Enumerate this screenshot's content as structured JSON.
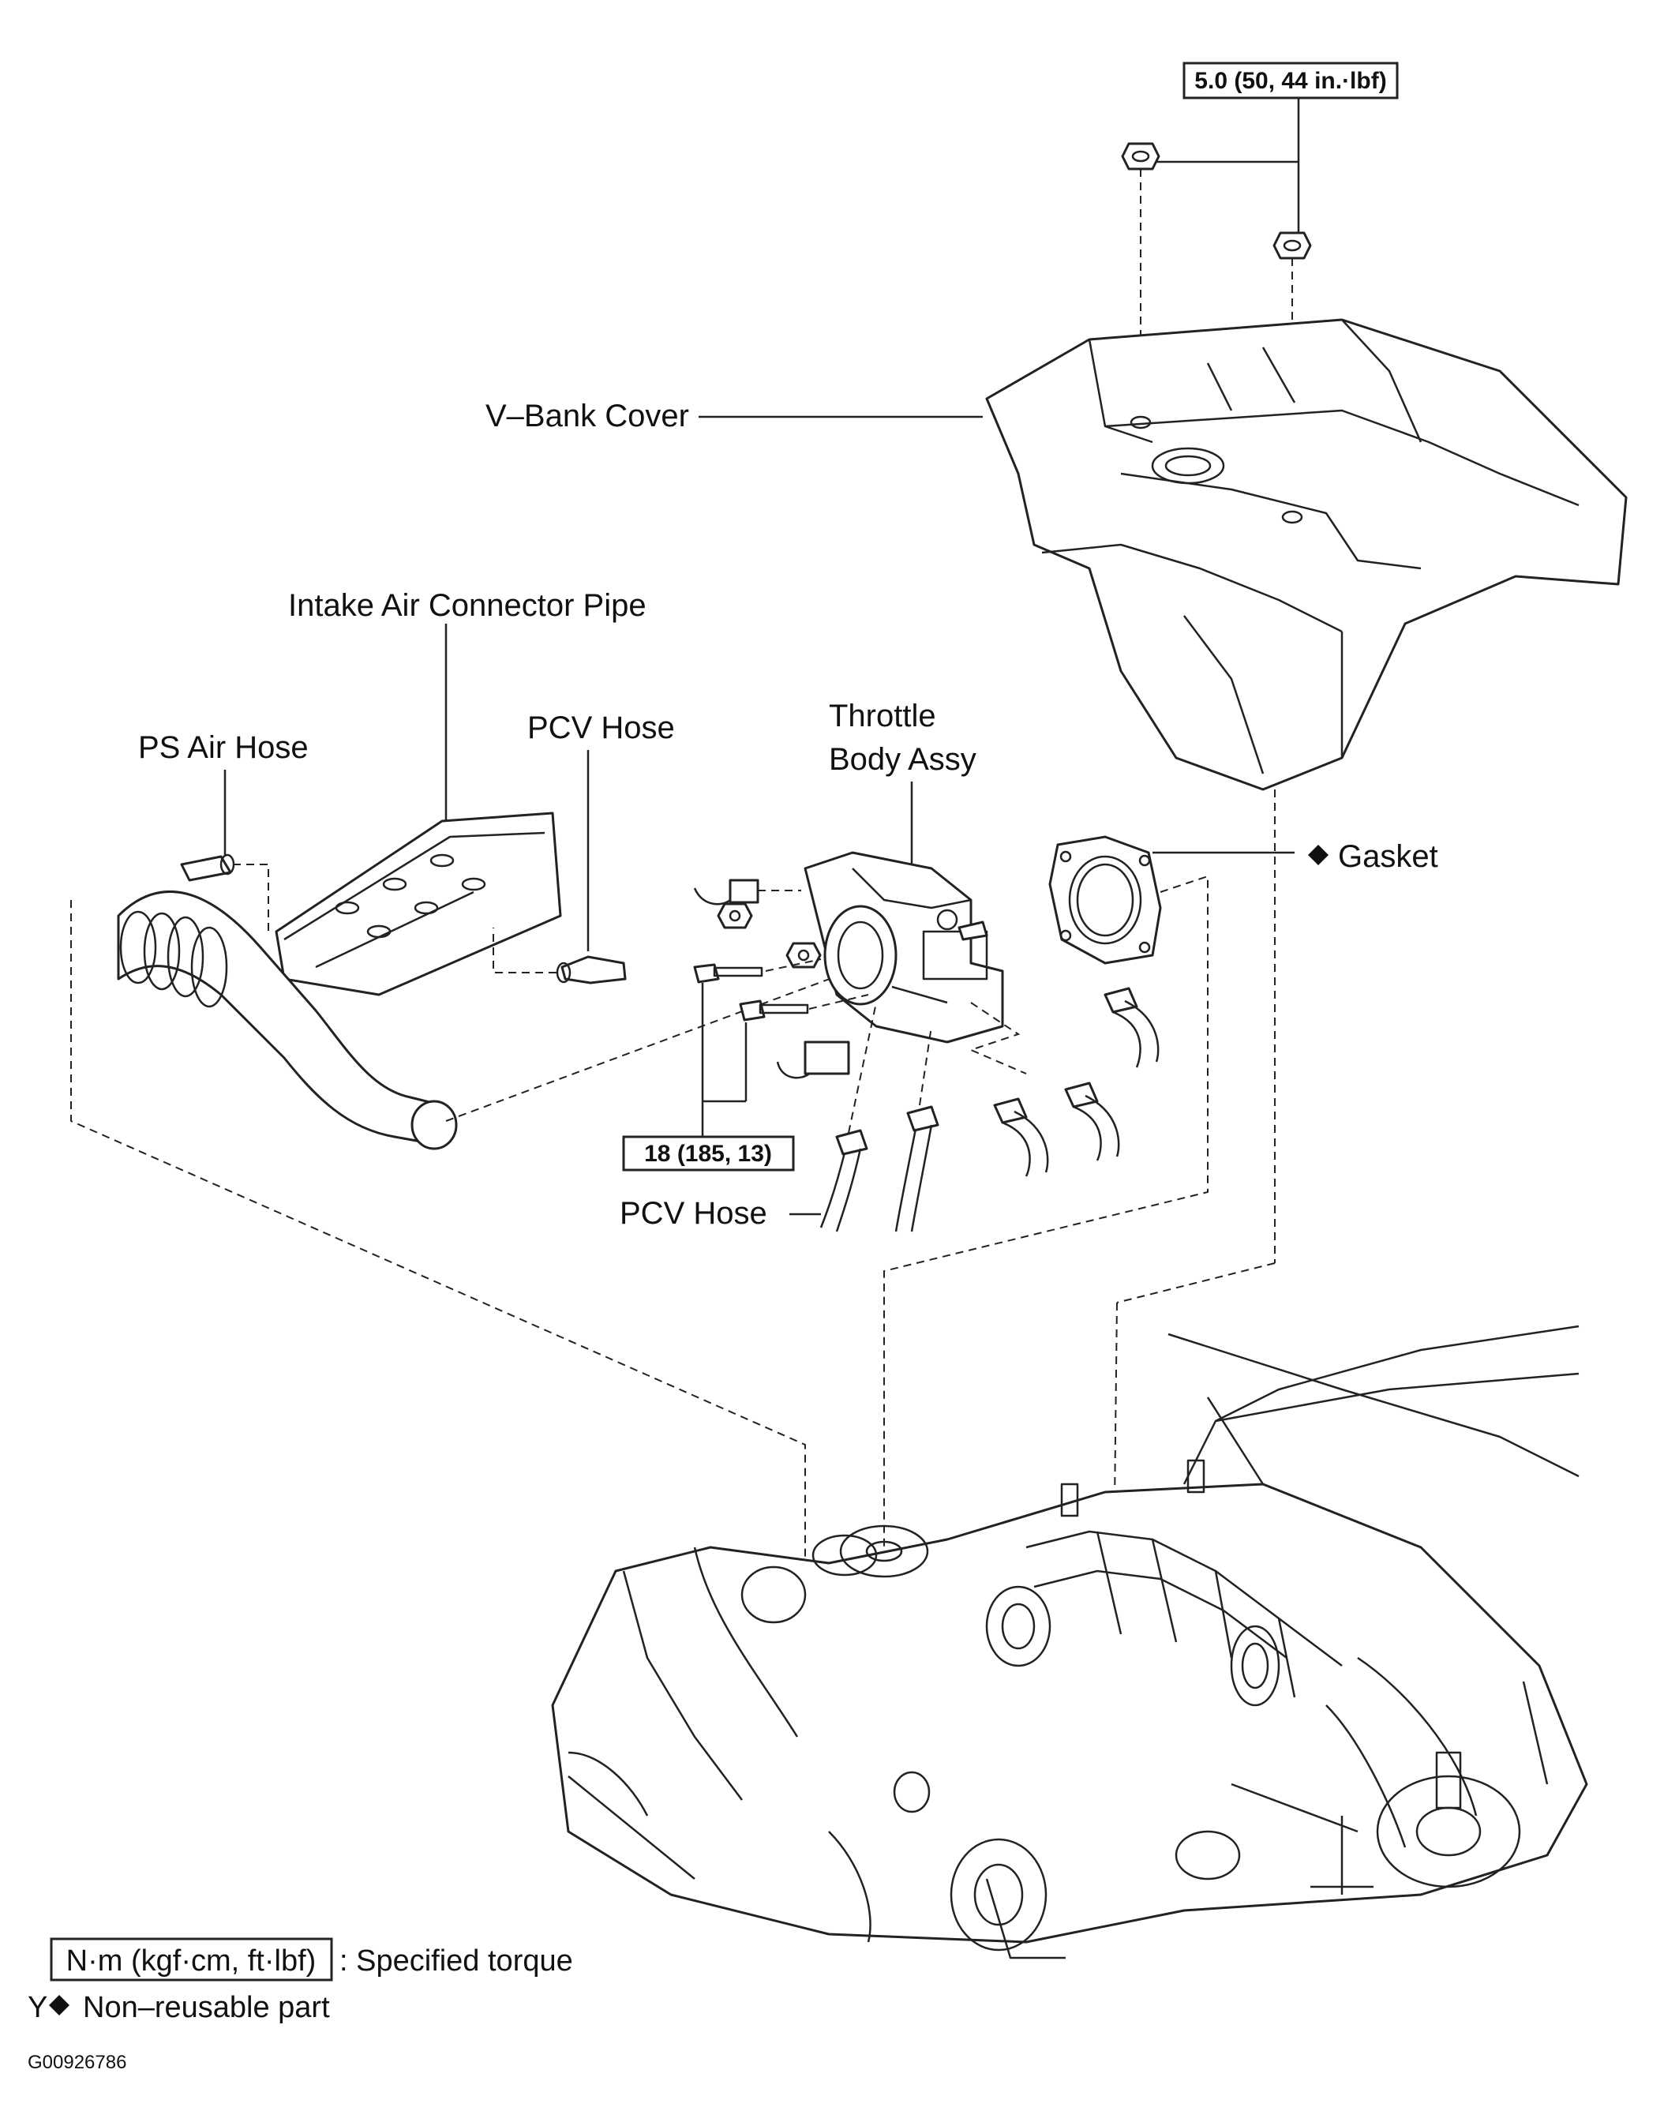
{
  "labels": {
    "v_bank_cover": "V–Bank Cover",
    "intake_air_connector_pipe": "Intake Air Connector Pipe",
    "ps_air_hose": "PS Air Hose",
    "pcv_hose_upper": "PCV Hose",
    "throttle_line1": "Throttle",
    "throttle_line2": "Body Assy",
    "gasket": "Gasket",
    "pcv_hose_lower": "PCV Hose"
  },
  "torque_specs": {
    "cover_nuts": "5.0 (50, 44 in.·lbf)",
    "throttle_bolts": "18 (185, 13)"
  },
  "legend": {
    "torque_unit": "N·m (kgf·cm, ft·lbf)",
    "torque_desc": ": Specified torque",
    "marker_prefix": "Y",
    "nonreusable_desc": "Non–reusable part"
  },
  "figure_code": "G00926786",
  "icons": {
    "nonreusable_marker": "filled-diamond-icon"
  }
}
